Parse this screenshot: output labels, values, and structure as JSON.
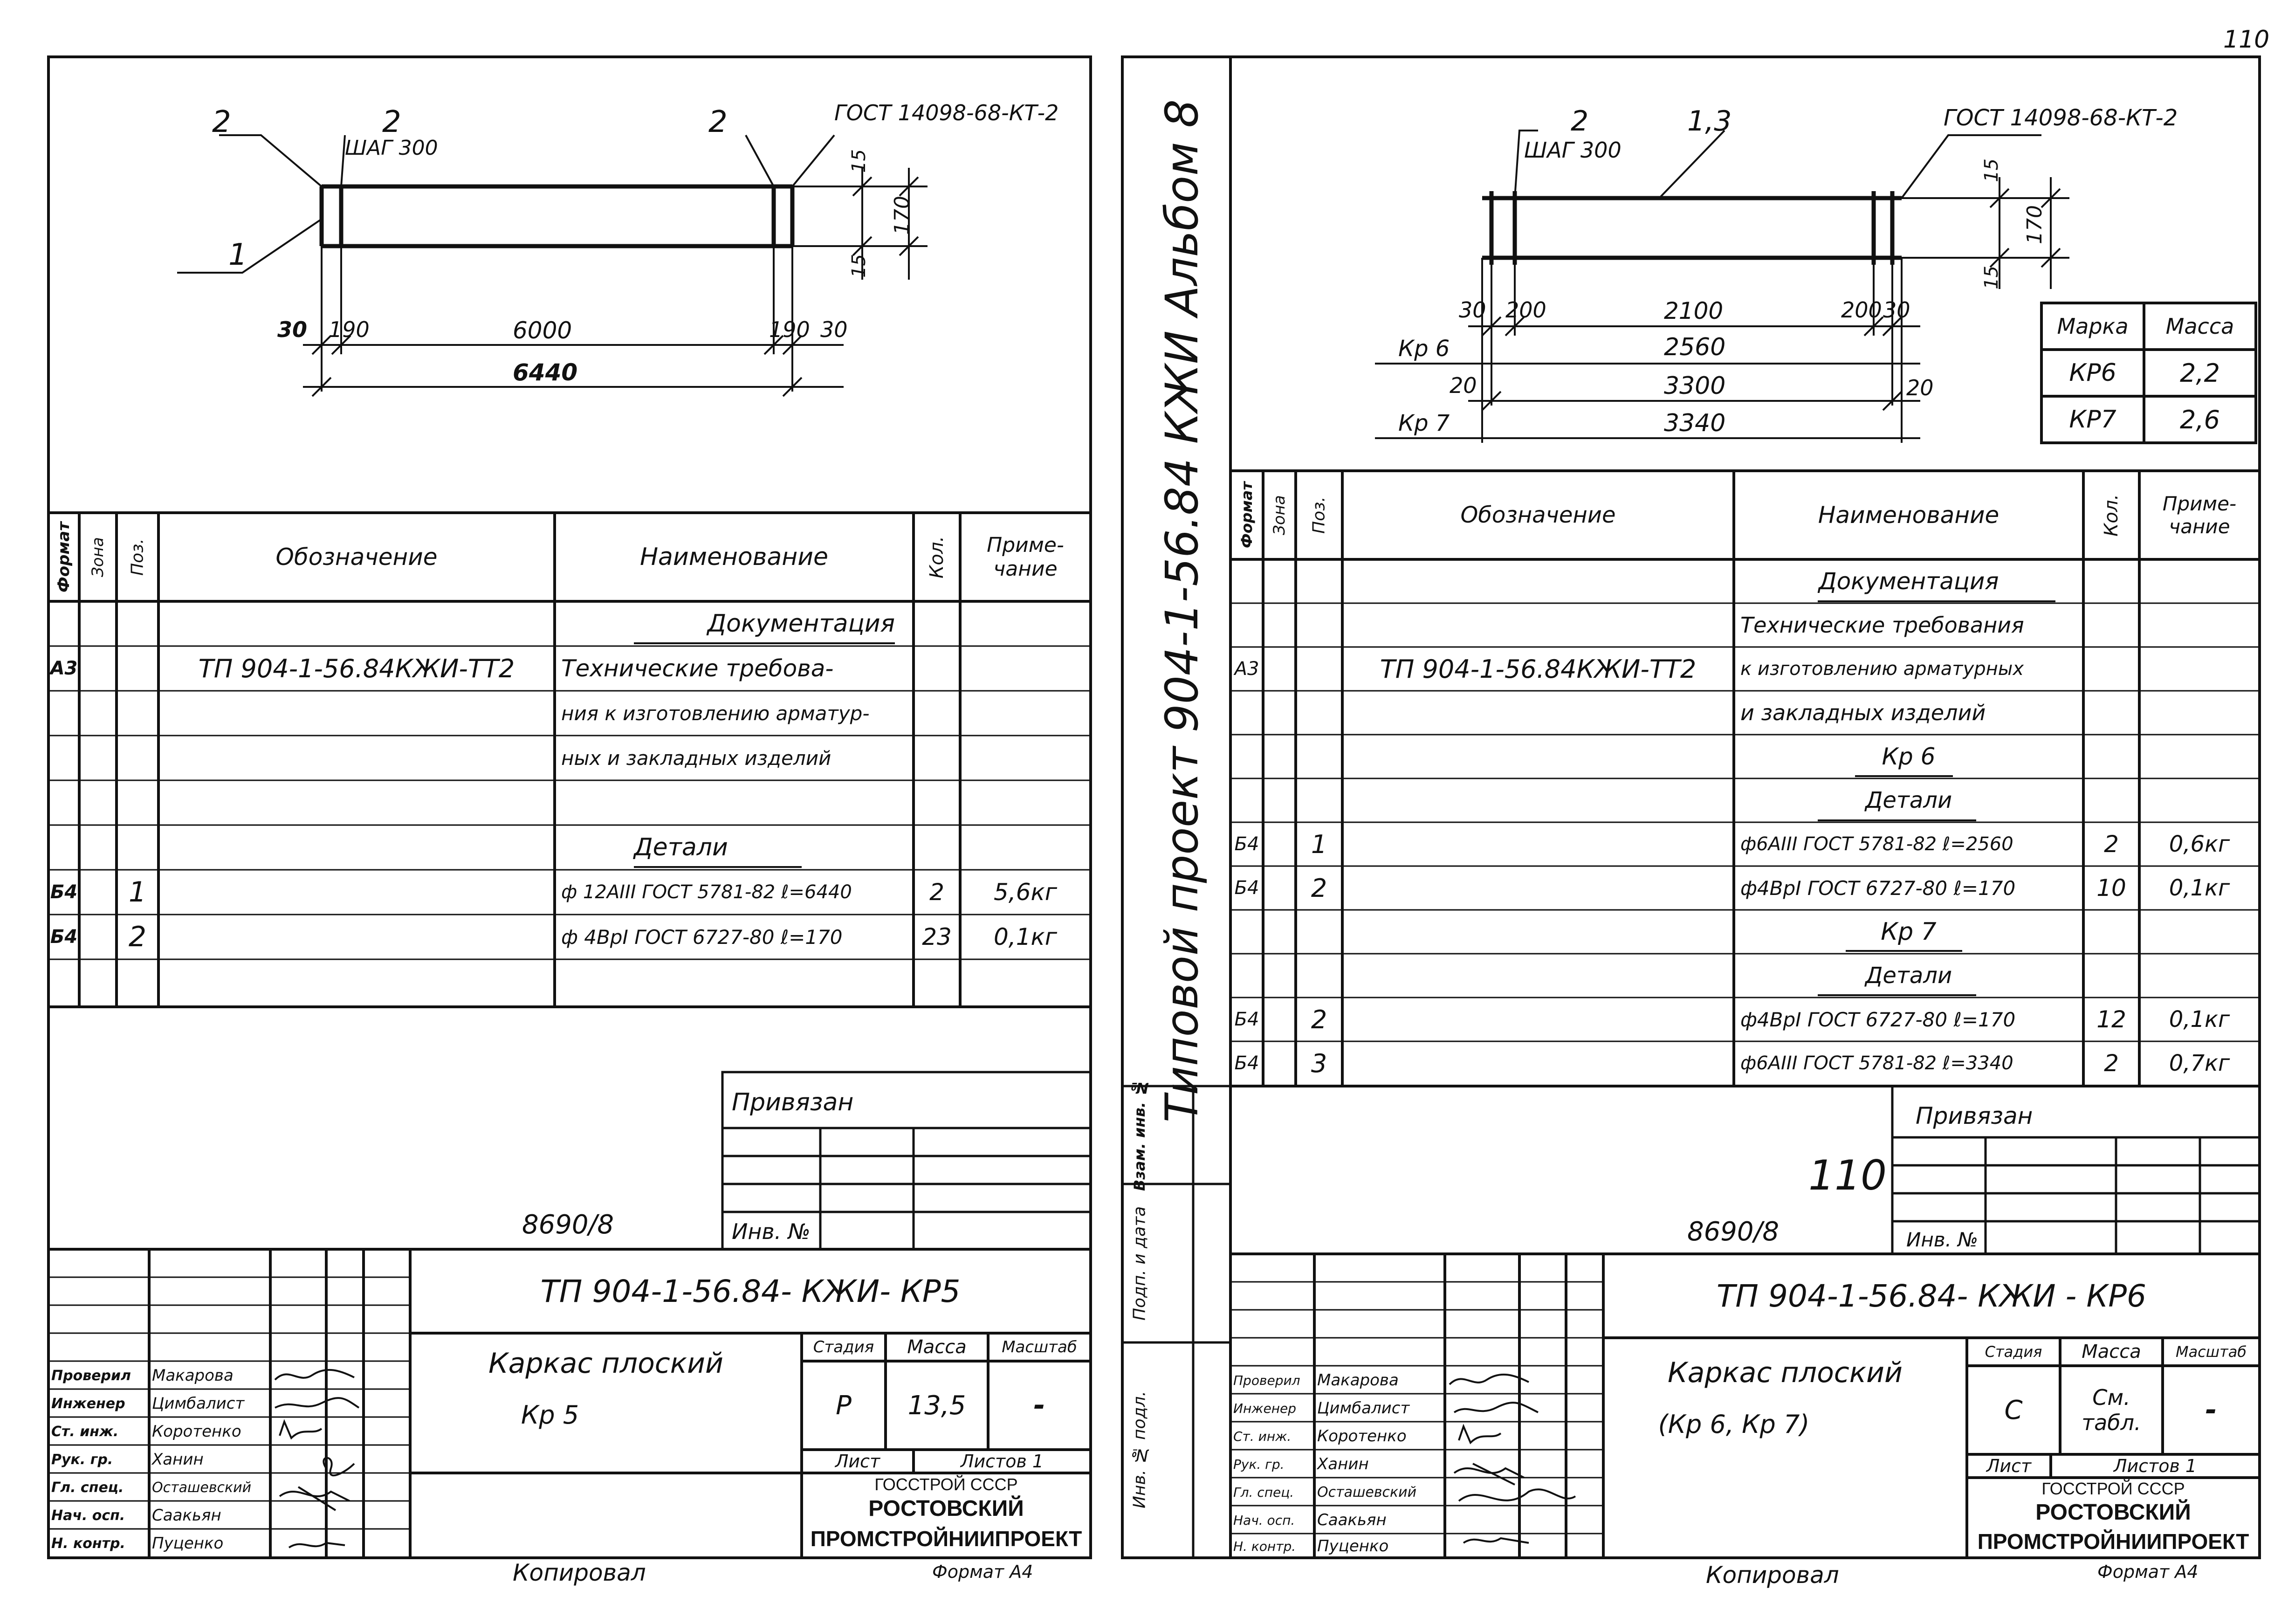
{
  "page_number": "110",
  "left": {
    "dims": {
      "leader_2a": "2",
      "leader_2b": "2",
      "leader_2c": "2",
      "step": "ШАГ 300",
      "gost": "ГОСТ 14098-68-КТ-2",
      "leader_1": "1",
      "d15a": "15",
      "d170": "170",
      "d15b": "15",
      "d30a": "30",
      "d190a": "190",
      "d6000": "6000",
      "d190b": "190",
      "d30b": "30",
      "d6440": "6440"
    },
    "headers": {
      "format": "Формат",
      "zone": "Зона",
      "pos": "Поз.",
      "designation": "Обозначение",
      "name": "Наименование",
      "qty": "Кол.",
      "note": "Приме-\nчание"
    },
    "rows": [
      {
        "fmt": "",
        "pos": "",
        "des": "",
        "name": "Документация",
        "qty": "",
        "note": ""
      },
      {
        "fmt": "А3",
        "pos": "",
        "des": "ТП 904-1-56.84КЖИ-ТТ2",
        "name": "Технические требова-",
        "qty": "",
        "note": ""
      },
      {
        "fmt": "",
        "pos": "",
        "des": "",
        "name": "ния к изготовлению арматур-",
        "qty": "",
        "note": ""
      },
      {
        "fmt": "",
        "pos": "",
        "des": "",
        "name": "ных и закладных изделий",
        "qty": "",
        "note": ""
      },
      {
        "fmt": "",
        "pos": "",
        "des": "",
        "name": "",
        "qty": "",
        "note": ""
      },
      {
        "fmt": "",
        "pos": "",
        "des": "",
        "name": "Детали",
        "qty": "",
        "note": ""
      },
      {
        "fmt": "Б4",
        "pos": "1",
        "des": "",
        "name": "ф 12АIII ГОСТ 5781-82 ℓ=6440",
        "qty": "2",
        "note": "5,6кг"
      },
      {
        "fmt": "Б4",
        "pos": "2",
        "des": "",
        "name": "ф 4ВрI ГОСТ 6727-80 ℓ=170",
        "qty": "23",
        "note": "0,1кг"
      },
      {
        "fmt": "",
        "pos": "",
        "des": "",
        "name": "",
        "qty": "",
        "note": ""
      }
    ],
    "privyazan": "Привязан",
    "inv": "Инв. №",
    "code": "8690/8",
    "title_code": "ТП 904-1-56.84- КЖИ- КР5",
    "title_name": "Каркас плоский",
    "title_sub": "Кр 5",
    "stage_h": "Стадия",
    "mass_h": "Масса",
    "scale_h": "Масштаб",
    "stage": "Р",
    "mass": "13,5",
    "scale": "-",
    "sheet": "Лист",
    "sheets": "Листов 1",
    "org1": "ГОССТРОЙ СССР",
    "org2": "РОСТОВСКИЙ",
    "org3": "ПРОМСТРОЙНИИПРОЕКТ",
    "roles": [
      {
        "role": "Проверил",
        "name": "Макарова"
      },
      {
        "role": "Инженер",
        "name": "Цимбалист"
      },
      {
        "role": "Ст. инж.",
        "name": "Коротенко"
      },
      {
        "role": "Рук. гр.",
        "name": "Ханин"
      },
      {
        "role": "Гл. спец.",
        "name": "Осташевский"
      },
      {
        "role": "Нач. осп.",
        "name": "Саакьян"
      },
      {
        "role": "Н. контр.",
        "name": "Пуценко"
      }
    ],
    "copied": "Копировал",
    "format": "Формат А4"
  },
  "right": {
    "album": "Типовой проект 904-1-56.84 КЖИ Альбом 8",
    "dims": {
      "leader_2": "2",
      "leader_13": "1,3",
      "step": "ШАГ 300",
      "gost": "ГОСТ 14098-68-КТ-2",
      "d15a": "15",
      "d170": "170",
      "d15b": "15",
      "d30a": "30",
      "d200a": "200",
      "d2100": "2100",
      "d200b": "200",
      "d30b": "30",
      "kr6": "Кр 6",
      "d2560": "2560",
      "d20a": "20",
      "d3300": "3300",
      "d20b": "20",
      "kr7": "Кр 7",
      "d3340": "3340"
    },
    "mass_table": {
      "h1": "Марка",
      "h2": "Масса",
      "rows": [
        {
          "m": "КР6",
          "v": "2,2"
        },
        {
          "m": "КР7",
          "v": "2,6"
        }
      ]
    },
    "headers": {
      "format": "Формат",
      "zone": "Зона",
      "pos": "Поз.",
      "designation": "Обозначение",
      "name": "Наименование",
      "qty": "Кол.",
      "note": "Приме-\nчание"
    },
    "rows": [
      {
        "fmt": "",
        "pos": "",
        "des": "",
        "name": "Документация",
        "qty": "",
        "note": ""
      },
      {
        "fmt": "",
        "pos": "",
        "des": "",
        "name": "Технические требования",
        "qty": "",
        "note": ""
      },
      {
        "fmt": "А3",
        "pos": "",
        "des": "ТП 904-1-56.84КЖИ-ТТ2",
        "name": "к изготовлению арматурных",
        "qty": "",
        "note": ""
      },
      {
        "fmt": "",
        "pos": "",
        "des": "",
        "name": "и закладных изделий",
        "qty": "",
        "note": ""
      },
      {
        "fmt": "",
        "pos": "",
        "des": "",
        "name": "Кр 6",
        "qty": "",
        "note": ""
      },
      {
        "fmt": "",
        "pos": "",
        "des": "",
        "name": "Детали",
        "qty": "",
        "note": ""
      },
      {
        "fmt": "Б4",
        "pos": "1",
        "des": "",
        "name": "ф6АIII ГОСТ 5781-82 ℓ=2560",
        "qty": "2",
        "note": "0,6кг"
      },
      {
        "fmt": "Б4",
        "pos": "2",
        "des": "",
        "name": "ф4ВрI ГОСТ 6727-80 ℓ=170",
        "qty": "10",
        "note": "0,1кг"
      },
      {
        "fmt": "",
        "pos": "",
        "des": "",
        "name": "Кр 7",
        "qty": "",
        "note": ""
      },
      {
        "fmt": "",
        "pos": "",
        "des": "",
        "name": "Детали",
        "qty": "",
        "note": ""
      },
      {
        "fmt": "Б4",
        "pos": "2",
        "des": "",
        "name": "ф4ВрI ГОСТ 6727-80 ℓ=170",
        "qty": "12",
        "note": "0,1кг"
      },
      {
        "fmt": "Б4",
        "pos": "3",
        "des": "",
        "name": "ф6АIII ГОСТ 5781-82 ℓ=3340",
        "qty": "2",
        "note": "0,7кг"
      }
    ],
    "side_labels": [
      "Инв. № подл.",
      "Подп. и дата",
      "Взам. инв. №"
    ],
    "privyazan": "Привязан",
    "num110": "110",
    "inv": "Инв. №",
    "code": "8690/8",
    "title_code": "ТП 904-1-56.84- КЖИ - КР6",
    "title_name": "Каркас плоский",
    "title_sub": "(Кр 6, Кр 7)",
    "stage_h": "Стадия",
    "mass_h": "Масса",
    "scale_h": "Масштаб",
    "stage": "С",
    "mass": "См.\nтабл.",
    "scale": "-",
    "sheet": "Лист",
    "sheets": "Листов 1",
    "org1": "ГОССТРОЙ СССР",
    "org2": "РОСТОВСКИЙ",
    "org3": "ПРОМСТРОЙНИИПРОЕКТ",
    "roles": [
      {
        "role": "Проверил",
        "name": "Макарова"
      },
      {
        "role": "Инженер",
        "name": "Цимбалист"
      },
      {
        "role": "Ст. инж.",
        "name": "Коротенко"
      },
      {
        "role": "Рук. гр.",
        "name": "Ханин"
      },
      {
        "role": "Гл. спец.",
        "name": "Осташевский"
      },
      {
        "role": "Нач. осп.",
        "name": "Саакьян"
      },
      {
        "role": "Н. контр.",
        "name": "Пуценко"
      }
    ],
    "copied": "Копировал",
    "format": "Формат А4"
  }
}
